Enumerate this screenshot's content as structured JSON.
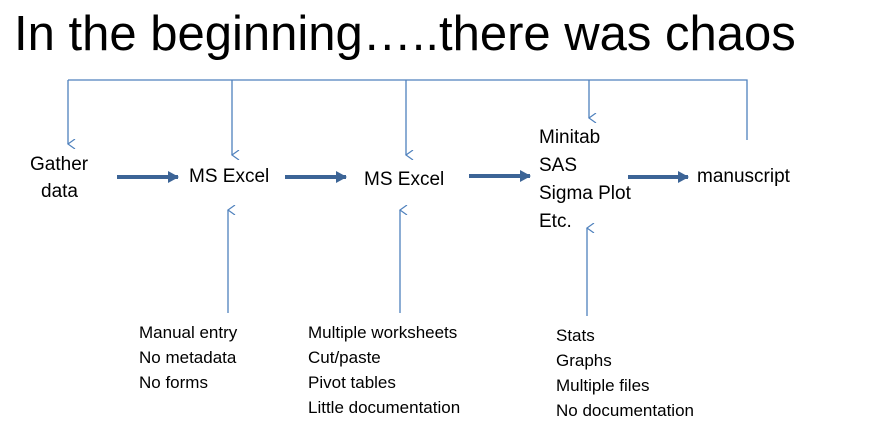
{
  "title": "In the beginning…..there was chaos",
  "colors": {
    "thin_line": "#4f81bd",
    "thick_arrow": "#3c6496",
    "text": "#000000"
  },
  "nodes": {
    "gather": [
      "Gather",
      "data"
    ],
    "excel1": [
      "MS Excel"
    ],
    "excel2": [
      "MS Excel"
    ],
    "stats_tools": [
      "Minitab",
      "SAS",
      "Sigma Plot",
      "Etc."
    ],
    "manuscript": [
      "manuscript"
    ]
  },
  "notes": {
    "excel1": [
      "Manual entry",
      "No metadata",
      "No forms"
    ],
    "excel2": [
      "Multiple worksheets",
      "Cut/paste",
      "Pivot tables",
      "Little documentation"
    ],
    "stats_tools": [
      "Stats",
      "Graphs",
      "Multiple files",
      "No documentation"
    ]
  }
}
